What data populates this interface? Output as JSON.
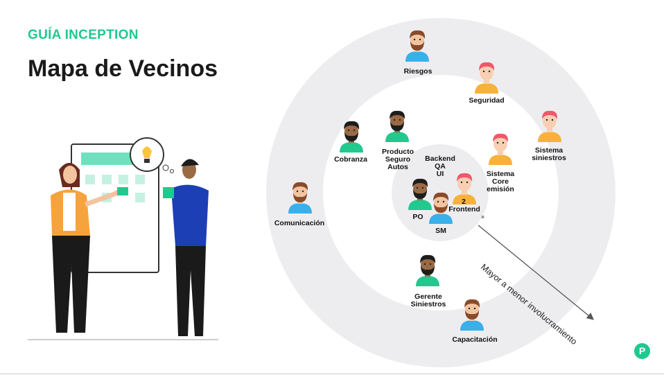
{
  "header": {
    "kicker": "GUÍA INCEPTION",
    "title": "Mapa de Vecinos"
  },
  "diagram": {
    "center": {
      "group_label": [
        "Backend",
        "QA",
        "UI"
      ],
      "po": "PO",
      "sm": "SM",
      "frontend_count": "2",
      "frontend": "Frontend"
    },
    "middle": {
      "cobranza": "Cobranza",
      "producto": [
        "Producto",
        "Seguro",
        "Autos"
      ],
      "core": [
        "Sistema",
        "Core",
        "emisión"
      ],
      "gerente": [
        "Gerente",
        "Siniestros"
      ]
    },
    "outer": {
      "riesgos": "Riesgos",
      "seguridad": "Seguridad",
      "siniestros": [
        "Sistema",
        "siniestros"
      ],
      "comunicacion": "Comunicación",
      "capacitacion": "Capacitación"
    },
    "arrow_label": "Mayor a menor involucramiento",
    "colors": {
      "ring": "#ededf0",
      "accent": "#1ec98f"
    }
  },
  "footer": {
    "logo": "P"
  }
}
